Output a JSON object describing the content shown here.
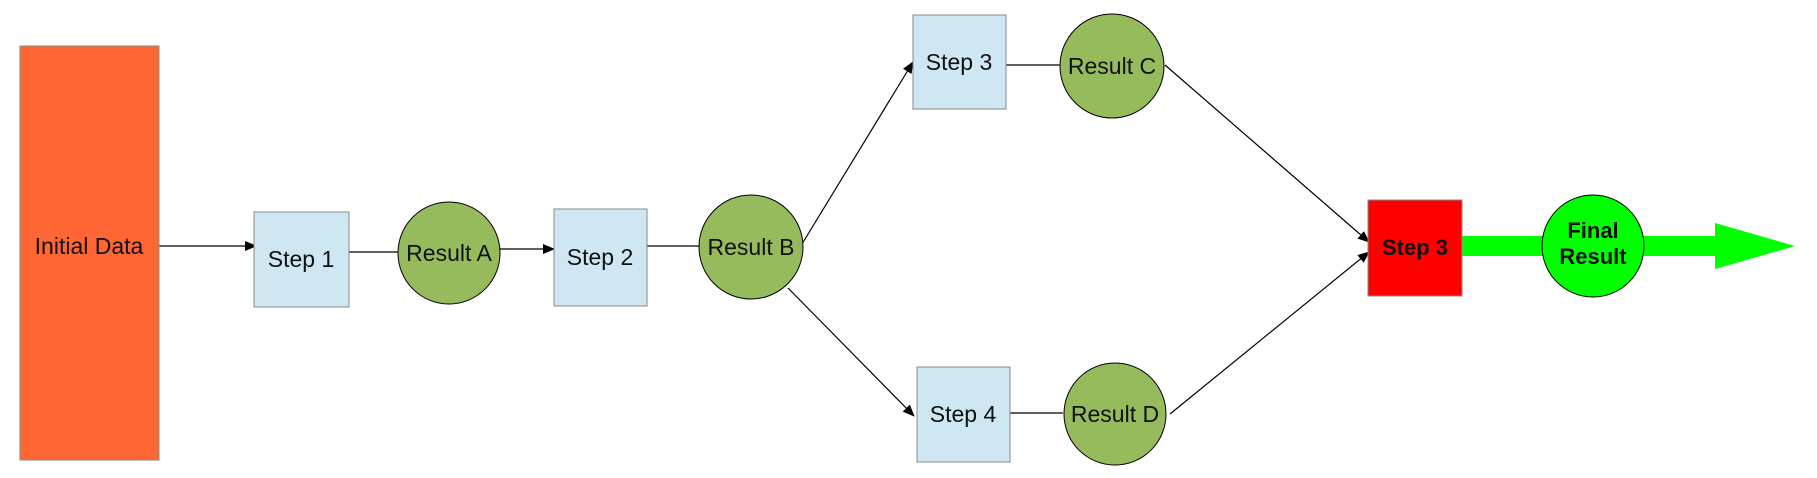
{
  "diagram": {
    "nodes": {
      "initial_data": {
        "label": "Initial Data",
        "shape": "rect",
        "color": "#FF6633"
      },
      "step1": {
        "label": "Step 1",
        "shape": "rect",
        "color": "#CFE6F3"
      },
      "result_a": {
        "label": "Result A",
        "shape": "circle",
        "color": "#95BB5D"
      },
      "step2": {
        "label": "Step 2",
        "shape": "rect",
        "color": "#CFE6F3"
      },
      "result_b": {
        "label": "Result B",
        "shape": "circle",
        "color": "#95BB5D"
      },
      "step3_top": {
        "label": "Step 3",
        "shape": "rect",
        "color": "#CFE6F3"
      },
      "result_c": {
        "label": "Result C",
        "shape": "circle",
        "color": "#95BB5D"
      },
      "step4": {
        "label": "Step 4",
        "shape": "rect",
        "color": "#CFE6F3"
      },
      "result_d": {
        "label": "Result D",
        "shape": "circle",
        "color": "#95BB5D"
      },
      "step3_final": {
        "label": "Step 3",
        "shape": "rect",
        "color": "#FF0000"
      },
      "final_result": {
        "label_line1": "Final",
        "label_line2": "Result",
        "shape": "circle",
        "color": "#00FF00"
      }
    },
    "edges": [
      {
        "from": "initial_data",
        "to": "step1",
        "arrow": true
      },
      {
        "from": "step1",
        "to": "result_a",
        "arrow": false
      },
      {
        "from": "result_a",
        "to": "step2",
        "arrow": true
      },
      {
        "from": "step2",
        "to": "result_b",
        "arrow": false
      },
      {
        "from": "result_b",
        "to": "step3_top",
        "arrow": true
      },
      {
        "from": "result_b",
        "to": "step4",
        "arrow": true
      },
      {
        "from": "step3_top",
        "to": "result_c",
        "arrow": false
      },
      {
        "from": "step4",
        "to": "result_d",
        "arrow": false
      },
      {
        "from": "result_c",
        "to": "step3_final",
        "arrow": true
      },
      {
        "from": "result_d",
        "to": "step3_final",
        "arrow": true
      },
      {
        "from": "step3_final",
        "to": "final_result",
        "arrow": true,
        "style": "thick-green"
      }
    ],
    "output_arrow_color": "#00FF00"
  }
}
